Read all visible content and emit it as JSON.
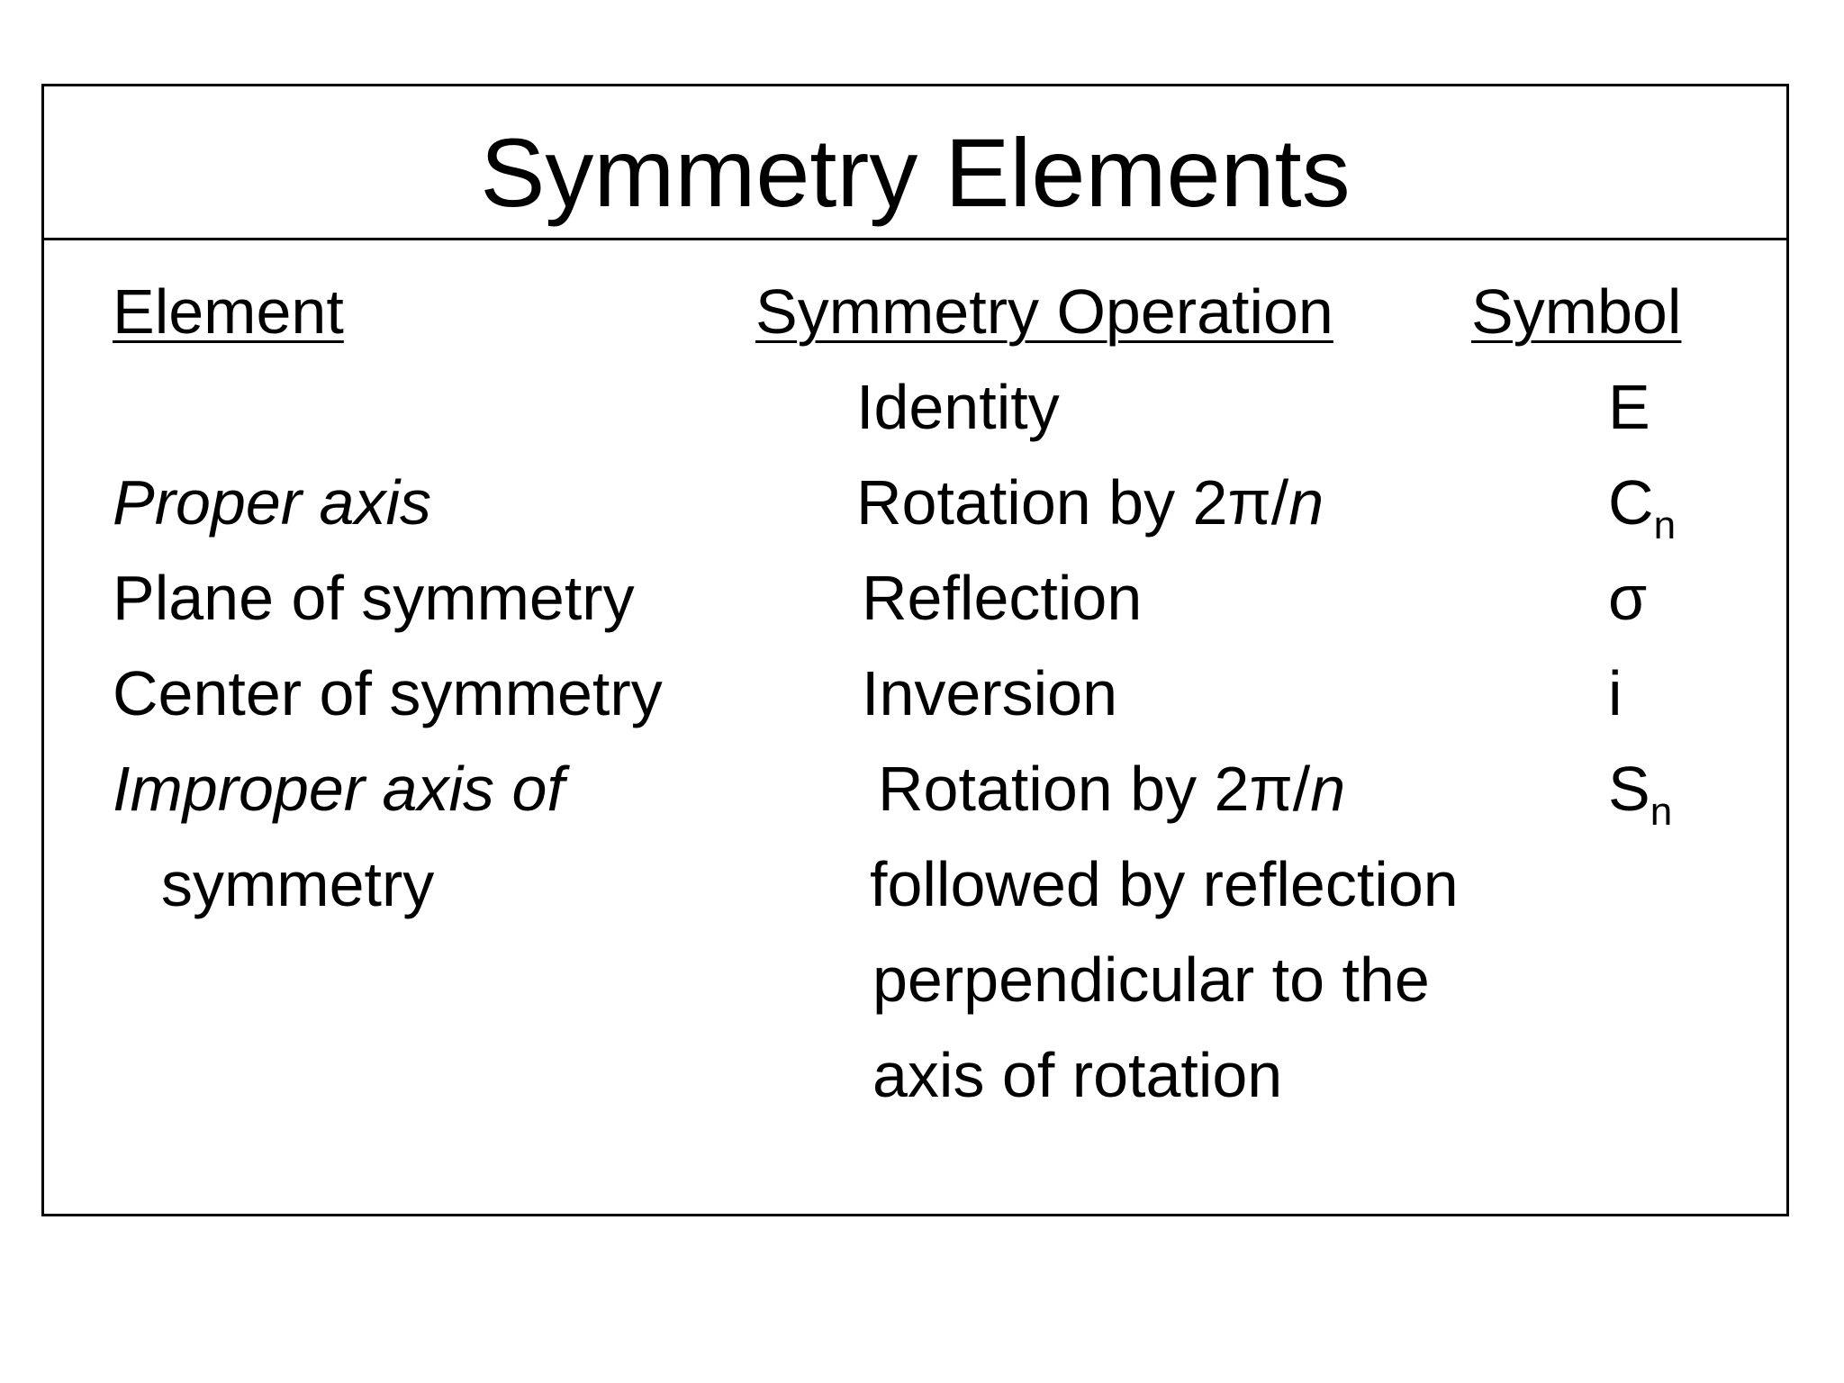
{
  "title": "Symmetry Elements",
  "headers": {
    "element": "Element",
    "operation": "Symmetry Operation",
    "symbol": "Symbol"
  },
  "rows": [
    {
      "element": "",
      "operation": "Identity",
      "symbol_base": "E",
      "symbol_sub": ""
    },
    {
      "element": "Proper axis",
      "operation_prefix": "Rotation by 2π/",
      "operation_var": "n",
      "symbol_base": "C",
      "symbol_sub": "n"
    },
    {
      "element": "Plane of symmetry",
      "operation": "Reflection",
      "symbol_base": "σ",
      "symbol_sub": ""
    },
    {
      "element": "Center of symmetry",
      "operation": "Inversion",
      "symbol_base": "i",
      "symbol_sub": ""
    },
    {
      "element_line1": "Improper axis of",
      "element_line2": "symmetry",
      "operation_prefix": "Rotation by 2π/",
      "operation_var": "n",
      "operation_line2": "followed by reflection",
      "operation_line3": "perpendicular to the",
      "operation_line4": "axis of rotation",
      "symbol_base": "S",
      "symbol_sub": "n"
    }
  ]
}
